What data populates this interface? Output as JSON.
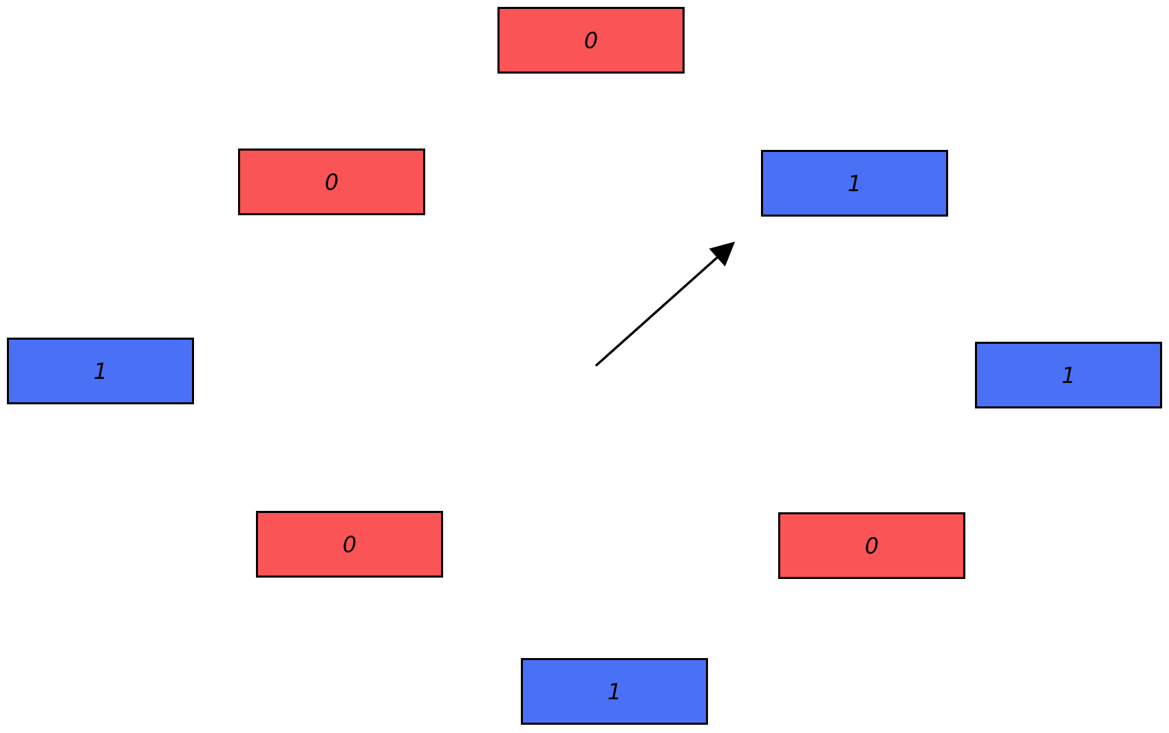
{
  "colors": {
    "red": "#fa5456",
    "blue": "#4a70f5",
    "outline": "#000000",
    "arrow": "#000000"
  },
  "boxes": {
    "top": {
      "label": "0",
      "color": "red"
    },
    "upper_left": {
      "label": "0",
      "color": "red"
    },
    "upper_right": {
      "label": "1",
      "color": "blue"
    },
    "left": {
      "label": "1",
      "color": "blue"
    },
    "right": {
      "label": "1",
      "color": "blue"
    },
    "lower_left": {
      "label": "0",
      "color": "red"
    },
    "lower_right": {
      "label": "0",
      "color": "red"
    },
    "bottom": {
      "label": "1",
      "color": "blue"
    }
  },
  "pointer": {
    "points_to": "upper_right",
    "icon": "arrow-icon"
  }
}
